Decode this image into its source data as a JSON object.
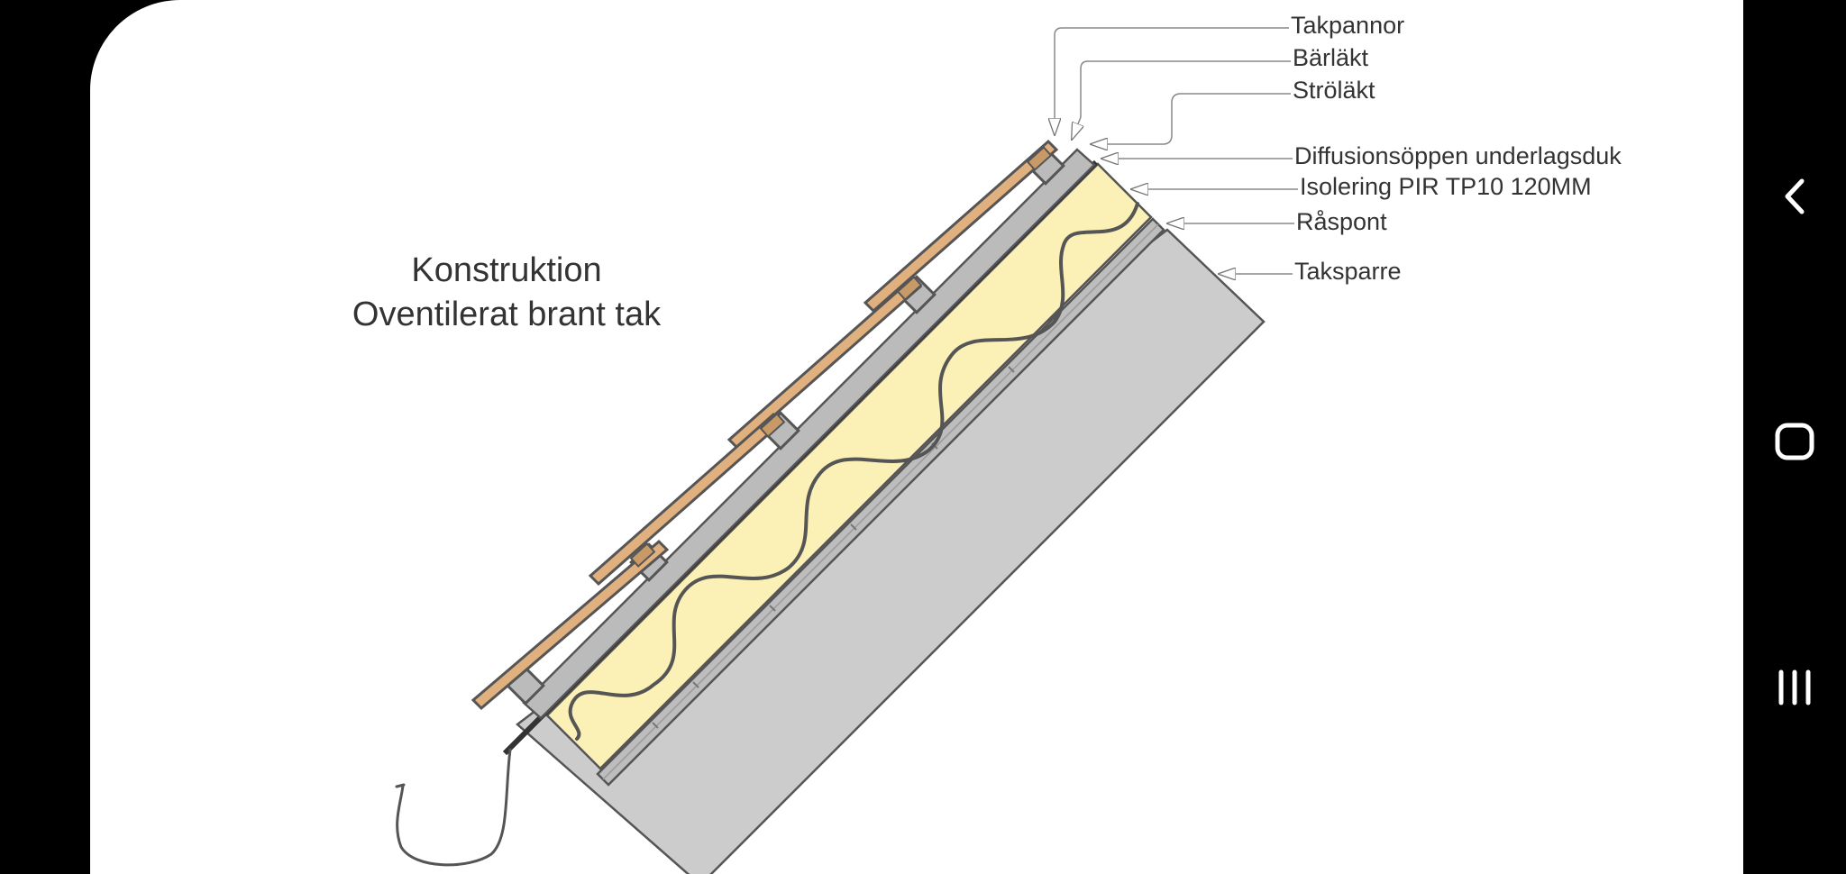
{
  "diagram": {
    "title_line1": "Konstruktion",
    "title_line2": "Oventilerat brant tak",
    "labels": {
      "takpannor": "Takpannor",
      "barlakt": "Bärläkt",
      "strolakt": "Ströläkt",
      "diffusion": "Diffusionsöppen underlagsduk",
      "isolering": "Isolering PIR TP10 120MM",
      "raspont": "Råspont",
      "taksparre": "Taksparre"
    },
    "colors": {
      "tile": "#E0B07F",
      "insulation": "#FBF0B6",
      "rafter": "#CCCCCC",
      "batten": "#BBBBBB",
      "outline": "#555555"
    }
  },
  "navbar": {
    "back": "chevron-left-icon",
    "home": "rounded-square-icon",
    "recents": "three-bars-icon"
  }
}
